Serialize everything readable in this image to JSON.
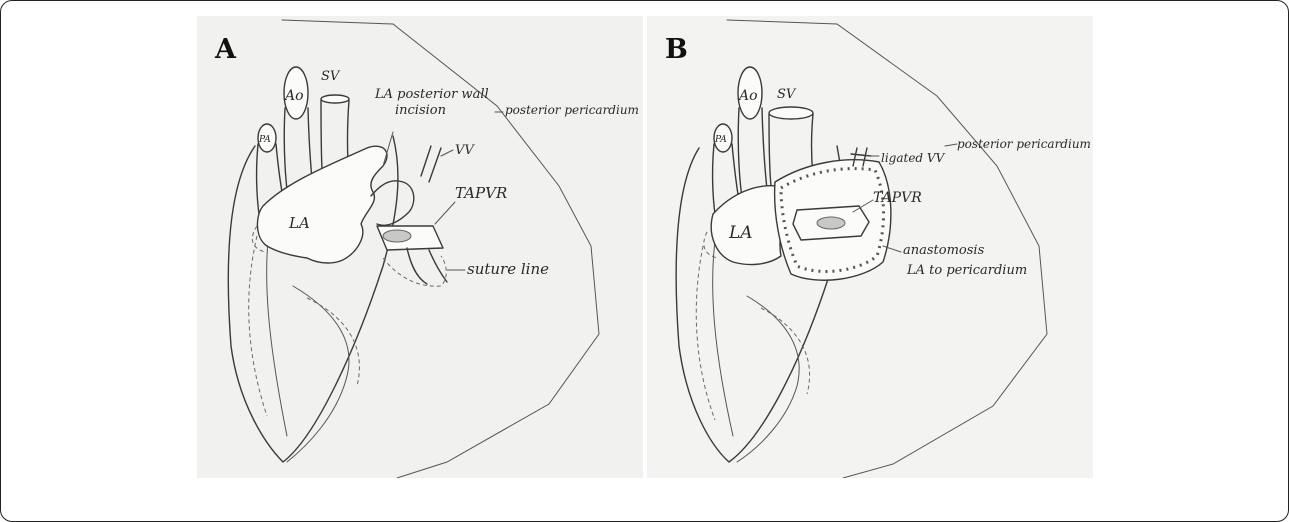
{
  "panels": [
    {
      "label": "A",
      "annotations": {
        "ao": "Ao",
        "sv": "SV",
        "pa": "PA",
        "la": "LA",
        "incision_line1": "LA posterior wall",
        "incision_line2": "incision",
        "posterior_pericardium": "posterior pericardium",
        "vv": "VV",
        "tapvr": "TAPVR",
        "suture_line": "suture line"
      }
    },
    {
      "label": "B",
      "annotations": {
        "ao": "Ao",
        "sv": "SV",
        "pa": "PA",
        "la": "LA",
        "ligated_vv": "ligated VV",
        "posterior_pericardium": "posterior pericardium",
        "tapvr": "TAPVR",
        "anastomosis_line1": "anastomosis",
        "anastomosis_line2": "LA to pericardium"
      }
    }
  ]
}
